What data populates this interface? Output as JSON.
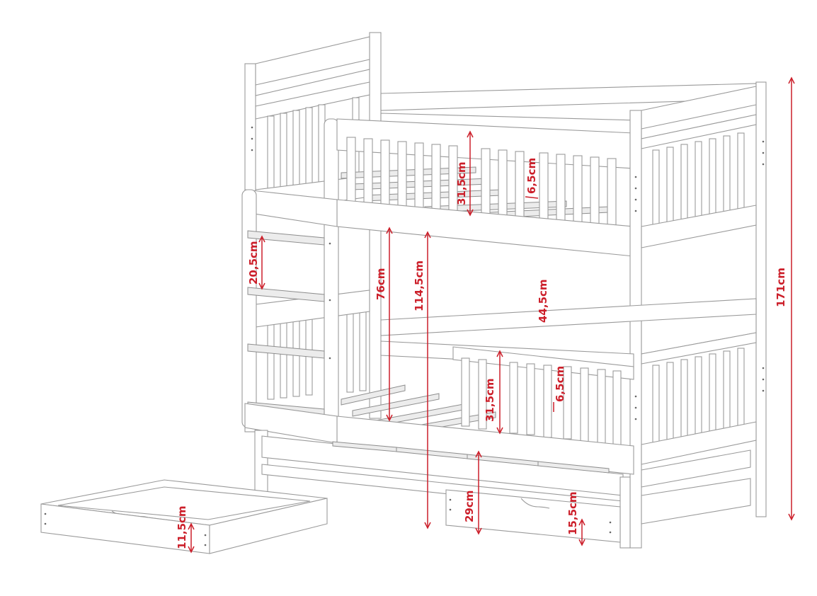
{
  "colors": {
    "dimension": "#cc1f2a",
    "outline": "#9a9a9a"
  },
  "dimensions": [
    {
      "id": "top-rail-height",
      "label": "31,5cm"
    },
    {
      "id": "top-slat-gap",
      "label": "6,5cm"
    },
    {
      "id": "ladder-step-spacing",
      "label": "20,5cm"
    },
    {
      "id": "lower-bed-clearance",
      "label": "76cm"
    },
    {
      "id": "upper-bed-height",
      "label": "114,5cm"
    },
    {
      "id": "upper-lower-gap",
      "label": "44,5cm"
    },
    {
      "id": "total-height",
      "label": "171cm"
    },
    {
      "id": "bottom-rail-height",
      "label": "31,5cm"
    },
    {
      "id": "bottom-slat-gap",
      "label": "6,5cm"
    },
    {
      "id": "lower-bed-floor-height",
      "label": "29cm"
    },
    {
      "id": "drawer-height-front",
      "label": "15,5cm"
    },
    {
      "id": "drawer-height-loose",
      "label": "11,5cm"
    }
  ]
}
